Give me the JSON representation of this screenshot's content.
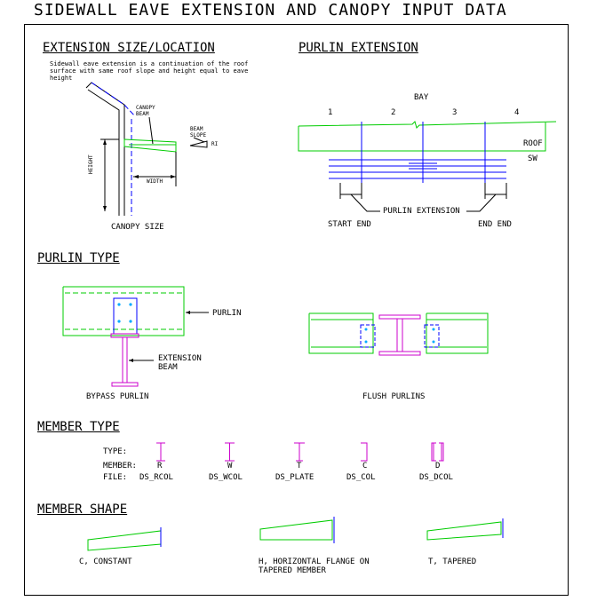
{
  "page_title": "SIDEWALL EAVE EXTENSION AND CANOPY INPUT DATA",
  "extension": {
    "title": "EXTENSION SIZE/LOCATION",
    "note": "Sidewall eave extension is a continuation of the roof surface with same roof slope and height equal to eave height",
    "canopy_beam": "CANOPY BEAM",
    "beam_slope": "BEAM SLOPE",
    "rise": "RI",
    "height": "HEIGHT",
    "width": "WIDTH",
    "caption": "CANOPY SIZE"
  },
  "purlin_extension": {
    "title": "PURLIN EXTENSION",
    "bay_label": "BAY",
    "bays": [
      "1",
      "2",
      "3",
      "4"
    ],
    "roof": "ROOF",
    "sw": "SW",
    "extension_label": "PURLIN EXTENSION",
    "start_end": "START END",
    "end_end": "END END"
  },
  "purlin_type": {
    "title": "PURLIN TYPE",
    "purlin": "PURLIN",
    "extension_beam": "EXTENSION BEAM",
    "bypass": "BYPASS PURLIN",
    "flush": "FLUSH PURLINS"
  },
  "member_type": {
    "title": "MEMBER TYPE",
    "type_label": "TYPE:",
    "member_label": "MEMBER:",
    "file_label": "FILE:",
    "members": [
      {
        "code": "R",
        "file": "DS_RCOL"
      },
      {
        "code": "W",
        "file": "DS_WCOL"
      },
      {
        "code": "T",
        "file": "DS_PLATE"
      },
      {
        "code": "C",
        "file": "DS_COL"
      },
      {
        "code": "D",
        "file": "DS_DCOL"
      }
    ]
  },
  "member_shape": {
    "title": "MEMBER SHAPE",
    "constant": "C, CONSTANT",
    "horizontal": "H, HORIZONTAL FLANGE ON TAPERED MEMBER",
    "tapered": "T, TAPERED"
  },
  "colors": {
    "green": "#00cc00",
    "blue": "#0000ff",
    "magenta": "#cc00cc",
    "cyan": "#00aaff",
    "black": "#000000"
  }
}
